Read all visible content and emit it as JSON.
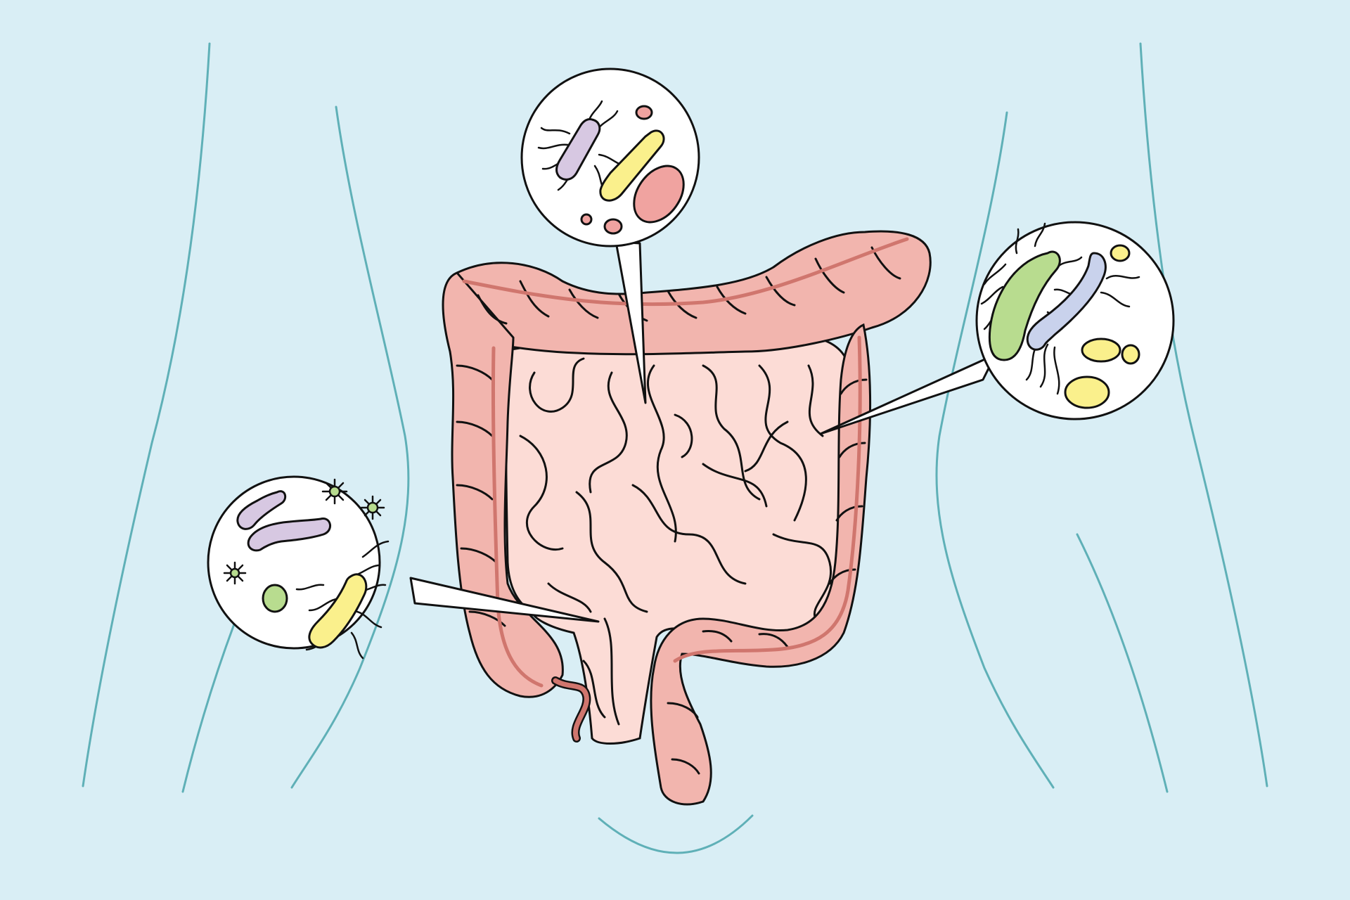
{
  "colors": {
    "background": "#d9eef5",
    "body_outline": "#5fb0b7",
    "colon_fill": "#f2b5ae",
    "colon_band": "#d0766e",
    "small_intestine_fill": "#fcdcd6",
    "outline": "#111111",
    "bubble_fill": "#ffffff",
    "bacteria_yellow": "#faf08c",
    "bacteria_lavender": "#d7c8e2",
    "bacteria_pink": "#f0a3a0",
    "bacteria_green": "#b8dc8f",
    "bacteria_blue": "#c9d2ec"
  },
  "magnifier_bubbles": [
    {
      "name": "top-bubble",
      "contents": [
        "lavender-bacillus-with-flagella",
        "yellow-rod-bacterium",
        "pink-oval-bacterium",
        "small-pink-cocci"
      ]
    },
    {
      "name": "right-bubble",
      "contents": [
        "green-flagellated-bacterium",
        "blue-curved-bacterium",
        "yellow-cocci"
      ]
    },
    {
      "name": "left-bubble",
      "contents": [
        "lavender-curved-rods",
        "green-star-microbes",
        "green-coccus",
        "yellow-flagellated-rod"
      ]
    }
  ]
}
